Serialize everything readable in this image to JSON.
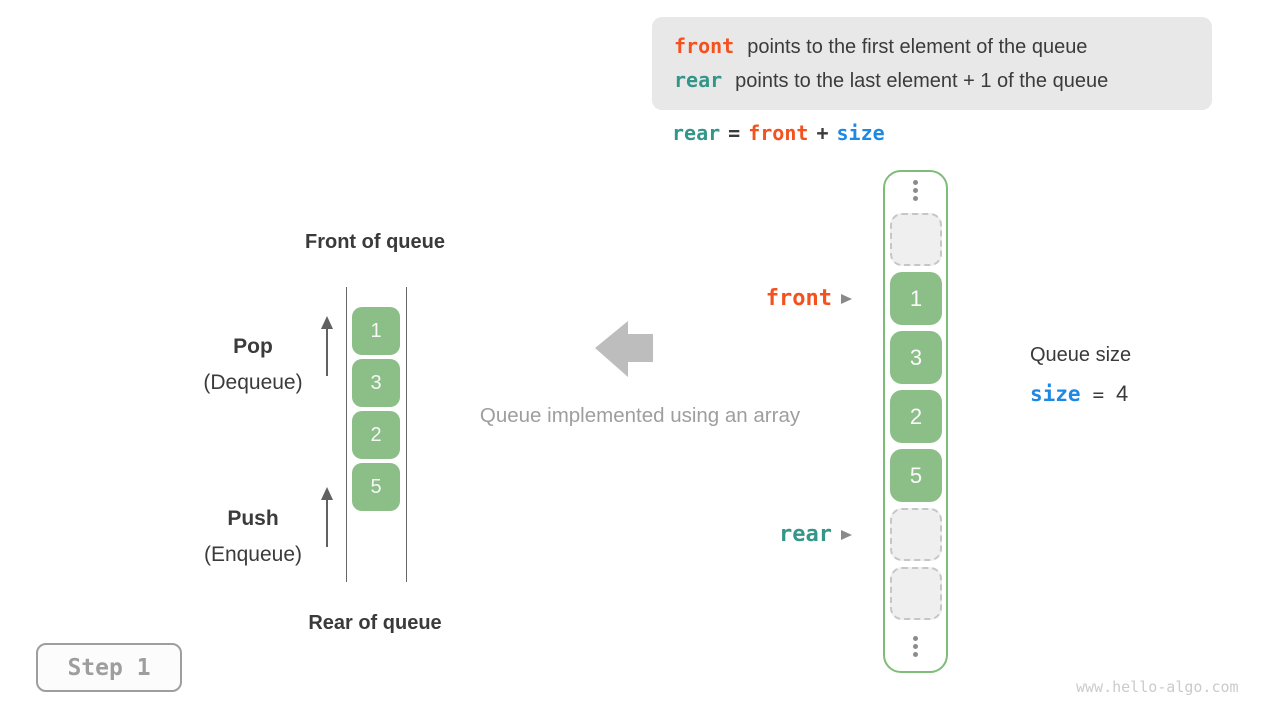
{
  "callout": {
    "lines": [
      {
        "keyword": "front",
        "text": "points to the first element of the queue"
      },
      {
        "keyword": "rear",
        "text": "points to the last element + 1 of the queue"
      }
    ]
  },
  "formula": {
    "lhs": "rear",
    "eq": "=",
    "rhs1": "front",
    "op": "+",
    "rhs2": "size"
  },
  "left_diagram": {
    "top_label": "Front of queue",
    "bottom_label": "Rear of queue",
    "pop_title": "Pop",
    "pop_subtitle": "(Dequeue)",
    "push_title": "Push",
    "push_subtitle": "(Enqueue)",
    "values": [
      "1",
      "3",
      "2",
      "5"
    ]
  },
  "middle": {
    "caption": "Queue implemented using an array"
  },
  "right_diagram": {
    "front_pointer": "front",
    "rear_pointer": "rear",
    "values": [
      "1",
      "3",
      "2",
      "5"
    ]
  },
  "size_info": {
    "label": "Queue size",
    "variable": "size",
    "equals": "=",
    "value": "4"
  },
  "step_badge": "Step 1",
  "watermark": "www.hello-algo.com",
  "colors": {
    "front_orange": "#f4511e",
    "rear_teal": "#339688",
    "size_blue": "#1e88e5",
    "cell_green": "#8cbe88",
    "container_border_green": "#7ebd78",
    "callout_bg": "#e8e8e8",
    "muted_gray": "#9e9e9e",
    "block_arrow_gray": "#bdbdbd"
  }
}
